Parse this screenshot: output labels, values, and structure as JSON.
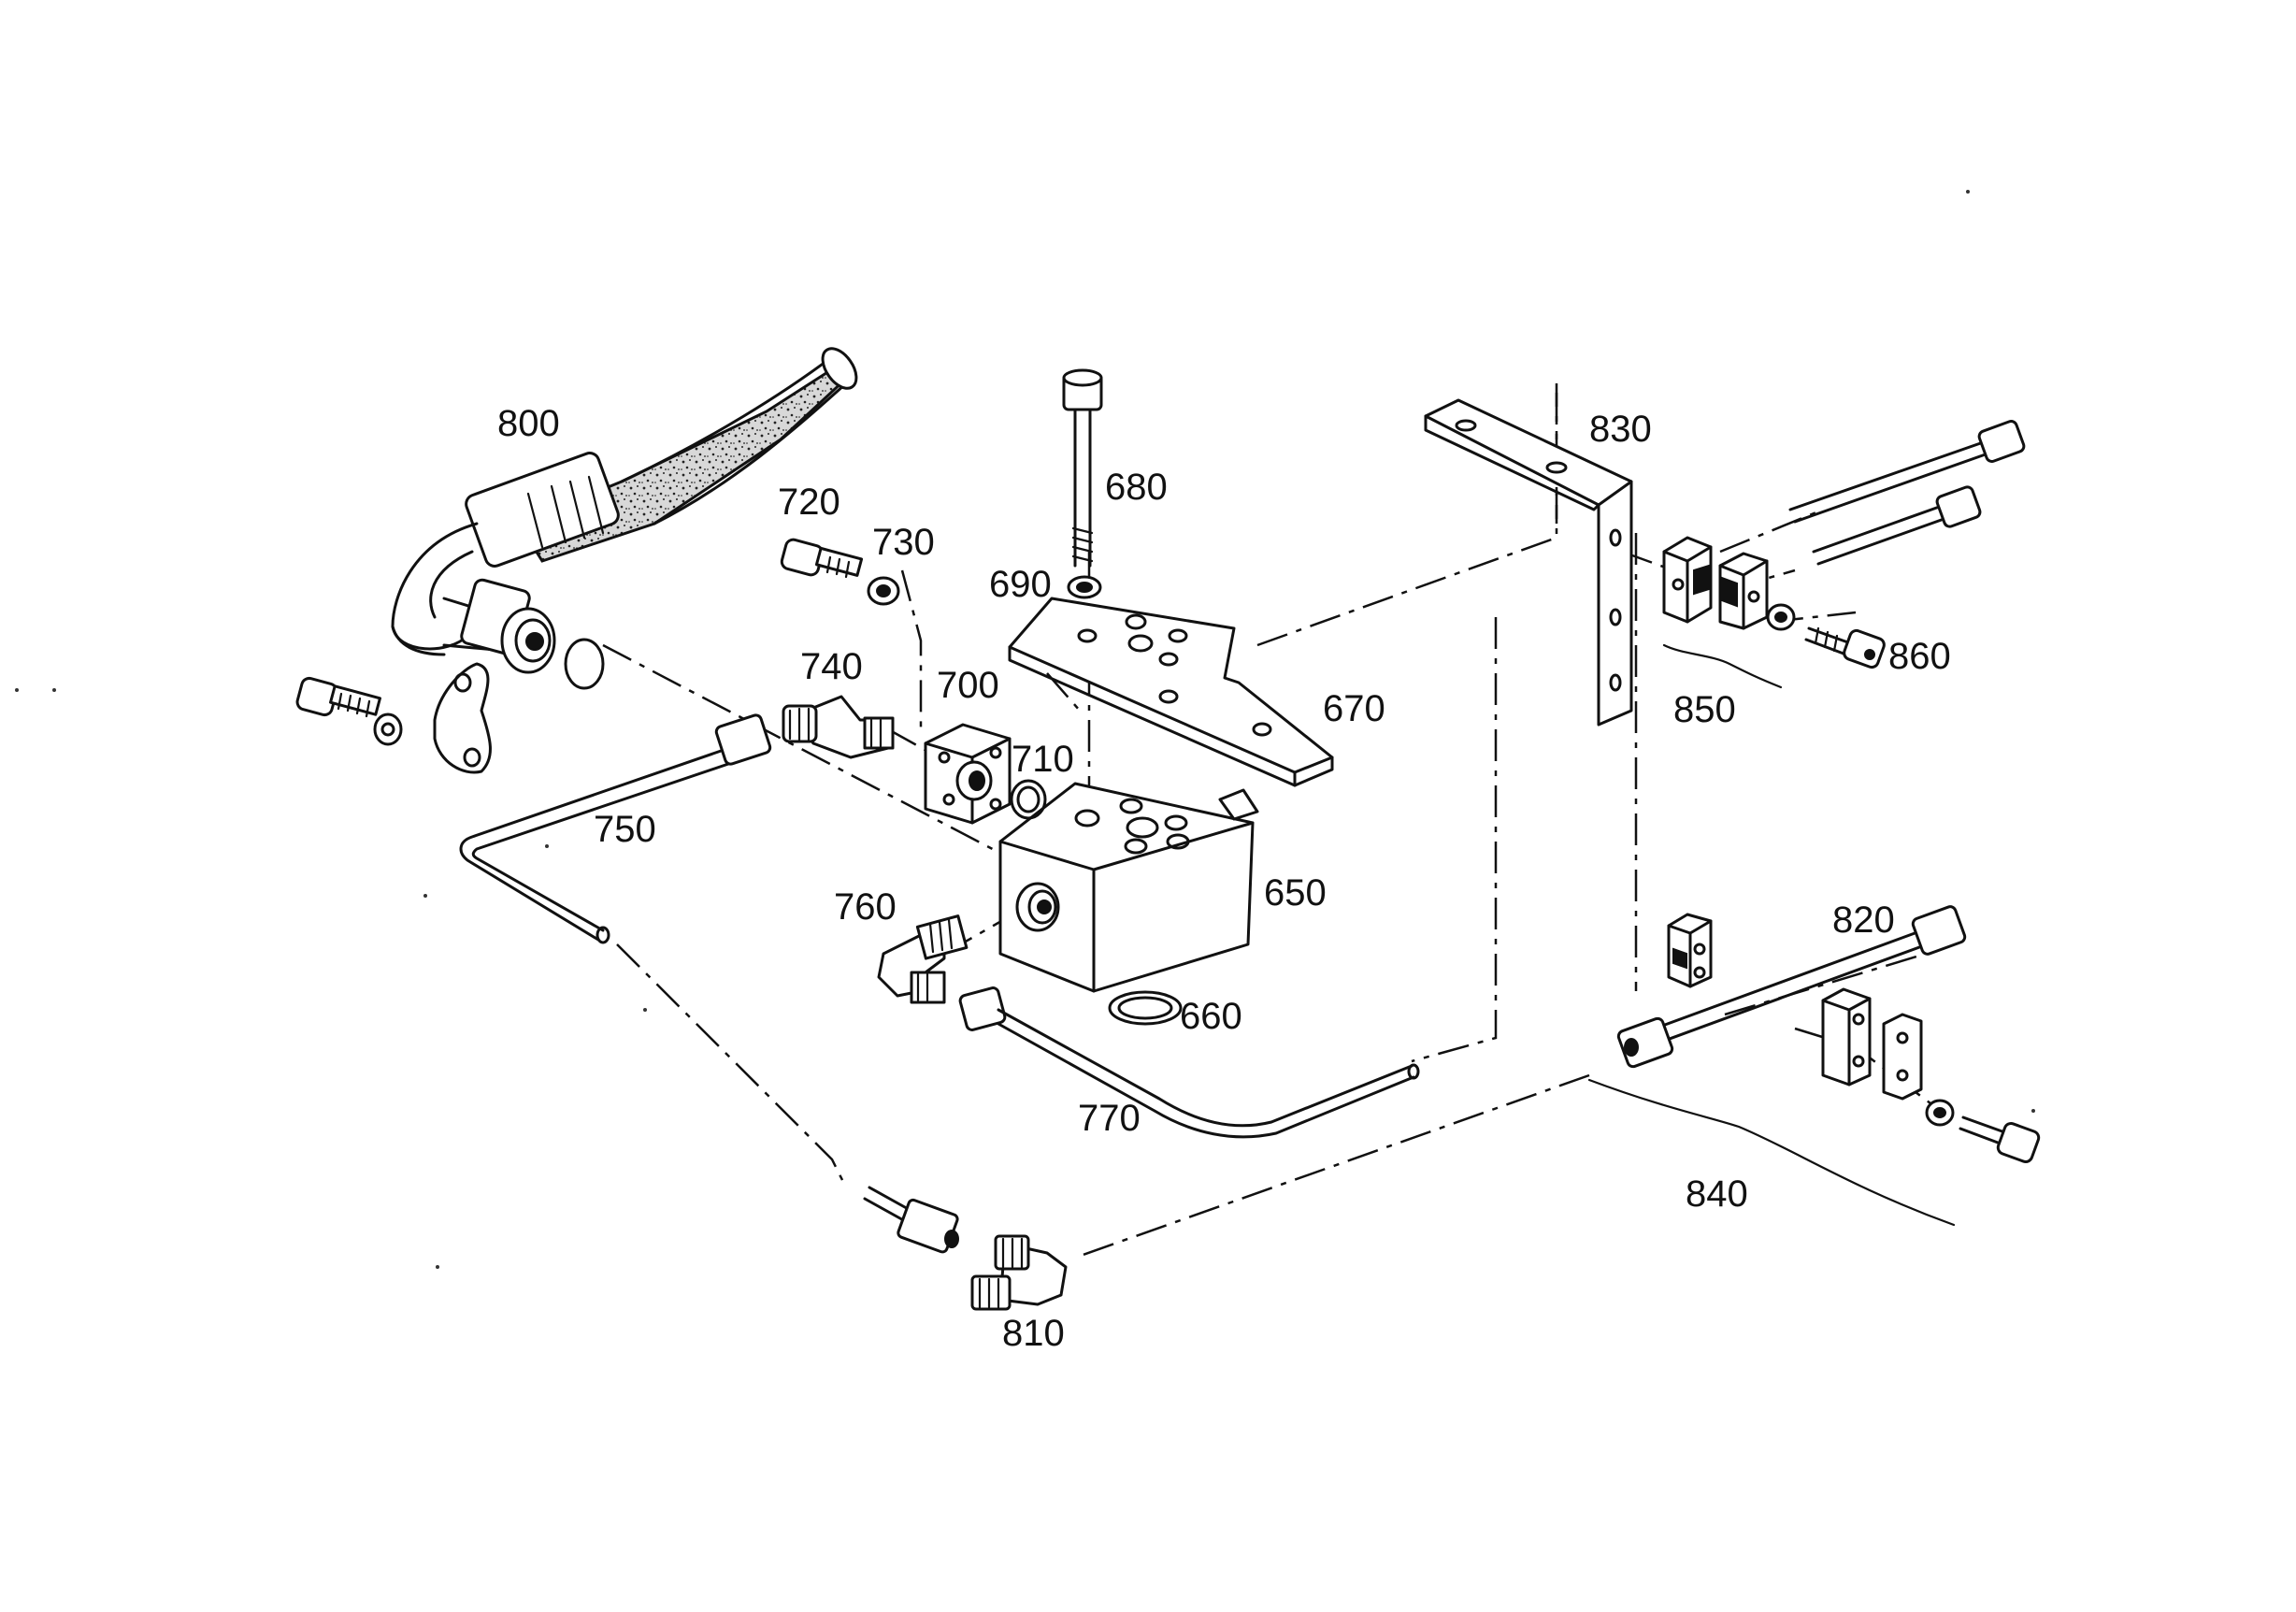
{
  "labels": {
    "p650": "650",
    "p660": "660",
    "p670": "670",
    "p680": "680",
    "p690": "690",
    "p700": "700",
    "p710": "710",
    "p720": "720",
    "p730": "730",
    "p740": "740",
    "p750": "750",
    "p760": "760",
    "p770": "770",
    "p800": "800",
    "p810": "810",
    "p820": "820",
    "p830": "830",
    "p840": "840",
    "p850": "850",
    "p860": "860"
  }
}
